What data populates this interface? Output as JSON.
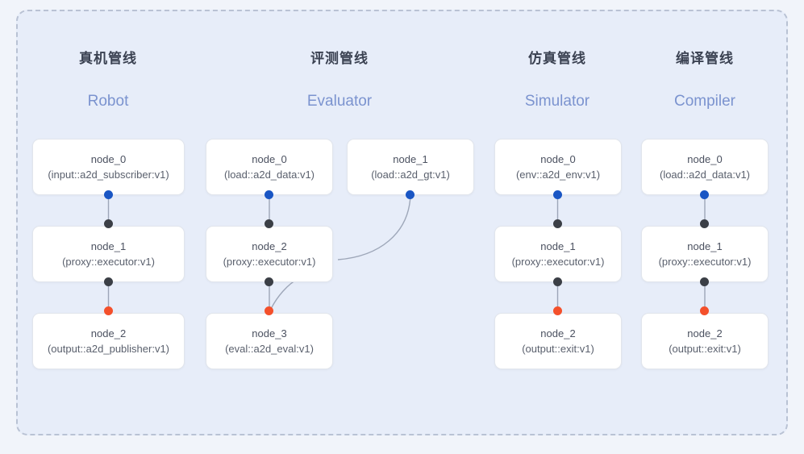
{
  "frame": {
    "border_color": "#b9c2d4",
    "panel_bg": "#e7edf9",
    "page_bg": "#f1f4fa"
  },
  "palette": {
    "port_input": "#1a56c4",
    "port_middle": "#3b3f46",
    "port_output": "#f4502b",
    "heading_cn": "#3b4252",
    "heading_en": "#7b93cf",
    "edge_line": "#9aa3b5"
  },
  "pipelines": [
    {
      "cn": "真机管线",
      "en": "Robot"
    },
    {
      "cn": "评测管线",
      "en": "Evaluator"
    },
    {
      "cn": "仿真管线",
      "en": "Simulator"
    },
    {
      "cn": "编译管线",
      "en": "Compiler"
    }
  ],
  "nodes": [
    {
      "id": "robot-node-0",
      "title": "node_0",
      "sub": "(input::a2d_subscriber:v1)"
    },
    {
      "id": "robot-node-1",
      "title": "node_1",
      "sub": "(proxy::executor:v1)"
    },
    {
      "id": "robot-node-2",
      "title": "node_2",
      "sub": "(output::a2d_publisher:v1)"
    },
    {
      "id": "eval-node-0",
      "title": "node_0",
      "sub": "(load::a2d_data:v1)"
    },
    {
      "id": "eval-node-1",
      "title": "node_1",
      "sub": "(load::a2d_gt:v1)"
    },
    {
      "id": "eval-node-2",
      "title": "node_2",
      "sub": "(proxy::executor:v1)"
    },
    {
      "id": "eval-node-3",
      "title": "node_3",
      "sub": "(eval::a2d_eval:v1)"
    },
    {
      "id": "sim-node-0",
      "title": "node_0",
      "sub": "(env::a2d_env:v1)"
    },
    {
      "id": "sim-node-1",
      "title": "node_1",
      "sub": "(proxy::executor:v1)"
    },
    {
      "id": "sim-node-2",
      "title": "node_2",
      "sub": "(output::exit:v1)"
    },
    {
      "id": "compiler-node-0",
      "title": "node_0",
      "sub": "(load::a2d_data:v1)"
    },
    {
      "id": "compiler-node-1",
      "title": "node_1",
      "sub": "(proxy::executor:v1)"
    },
    {
      "id": "compiler-node-2",
      "title": "node_2",
      "sub": "(output::exit:v1)"
    }
  ]
}
